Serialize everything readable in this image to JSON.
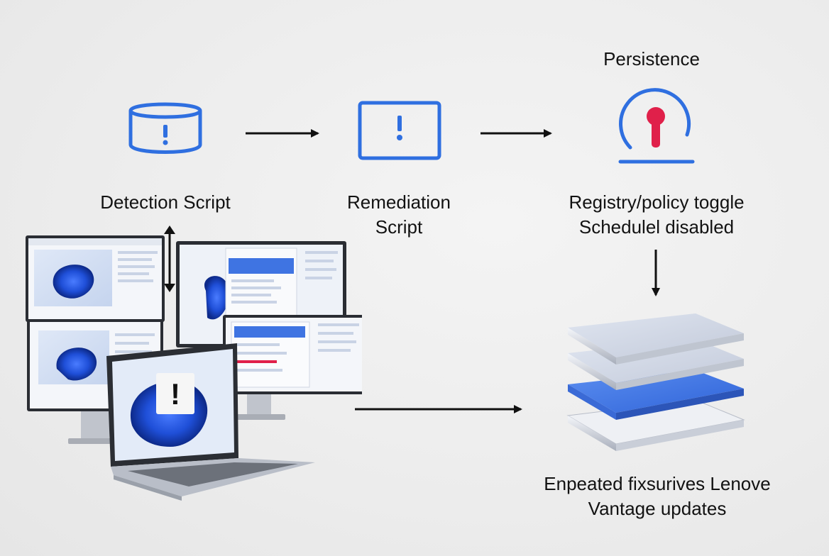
{
  "colors": {
    "accent_blue": "#2f6fe0",
    "accent_red": "#e0204a",
    "arrow": "#111111",
    "platform_blue": "#3f78e6",
    "platform_silver": "#d9dde6"
  },
  "persistence": {
    "heading": "Persistence"
  },
  "steps": {
    "detection": {
      "label": "Detection Script",
      "icon": "database-alert-icon"
    },
    "remediation": {
      "line1": "Remediation",
      "line2": "Script",
      "icon": "window-alert-icon"
    },
    "persistence": {
      "line1": "Registry/policy toggle",
      "line2": "Schedulel disabled",
      "icon": "keyhole-gauge-icon"
    }
  },
  "result": {
    "line1": "Enpeated fixsurives Lenove",
    "line2": "Vantage updates",
    "icon": "stacked-platforms-icon"
  },
  "devices": {
    "icon": "device-fleet-icon",
    "alert_glyph": "!"
  }
}
